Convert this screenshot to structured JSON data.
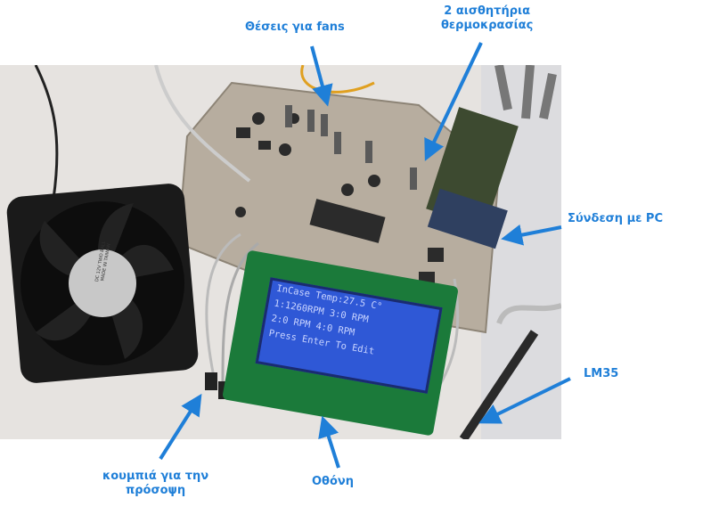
{
  "labels": {
    "fans": "Θέσεις για fans",
    "sensors_line1": "2 αισθητήρια",
    "sensors_line2": "θερμοκρασίας",
    "pc": "Σύνδεση με PC",
    "lm35": "LM35",
    "buttons_line1": "κουμπιά για την",
    "buttons_line2": "πρόσοψη",
    "screen": "Οθόνη"
  },
  "lcd": {
    "line1": "InCase Temp:27.5 C°",
    "line2": "1:1260RPM  3:0  RPM",
    "line3": "2:0  RPM  4:0  RPM",
    "line4": "Press Enter To Edit"
  },
  "fan_sticker": {
    "line1": "DC 12V TWO BALL",
    "line2": "MADE IN TAIWAN"
  },
  "colors": {
    "accent": "#1f7fd8",
    "lcd_bg": "#2f58d6",
    "pcb": "#b9b2a6"
  }
}
